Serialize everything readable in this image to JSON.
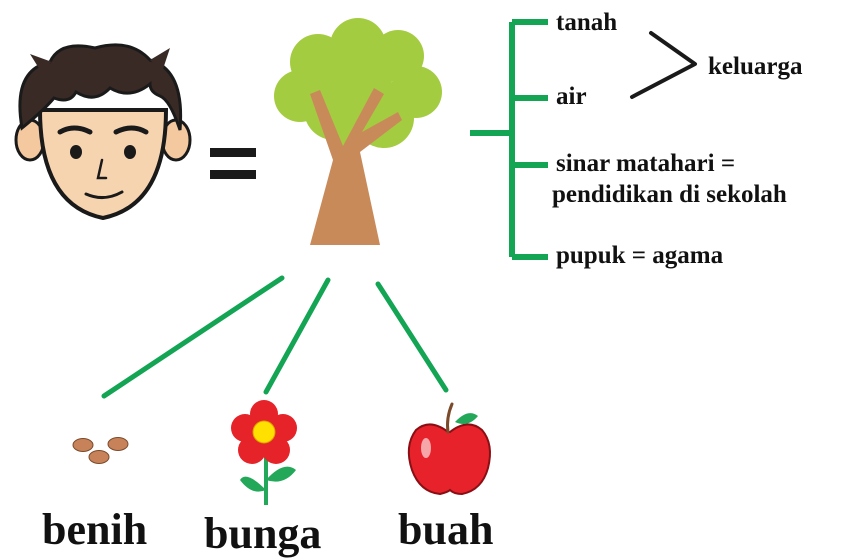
{
  "right_branch": {
    "items": [
      {
        "text": "tanah"
      },
      {
        "text": "air"
      },
      {
        "text": "sinar matahari ="
      },
      {
        "text": "pendidikan di sekolah"
      },
      {
        "text": "pupuk = agama"
      }
    ],
    "group_label": "keluarga"
  },
  "bottom": {
    "items": [
      {
        "label": "benih",
        "icon": "seeds-icon"
      },
      {
        "label": "bunga",
        "icon": "flower-icon"
      },
      {
        "label": "buah",
        "icon": "apple-icon"
      }
    ]
  },
  "colors": {
    "line": "#13a454",
    "tree_canopy": "#a4cc40",
    "tree_trunk": "#c98a5a",
    "flower_petal": "#e52329",
    "flower_center": "#ffe000",
    "apple": "#e8222a",
    "leaf": "#23a85a",
    "seed": "#c8825a"
  }
}
